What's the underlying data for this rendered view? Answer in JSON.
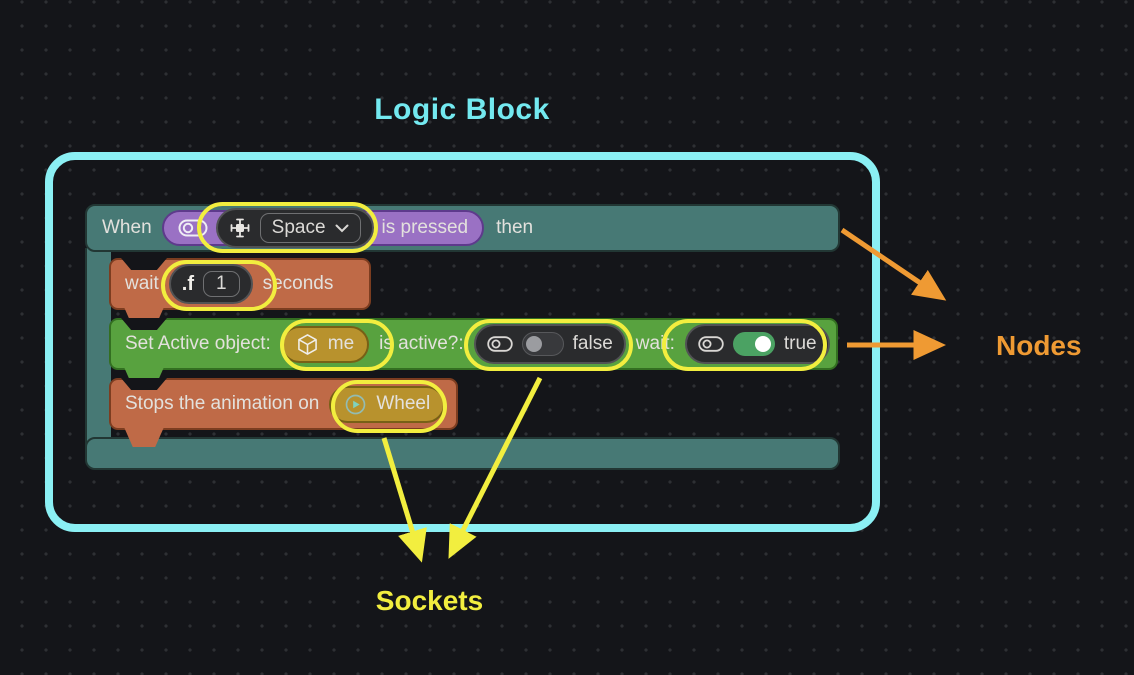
{
  "title": "Logic Block",
  "annotations": {
    "nodes_label": "Nodes",
    "sockets_label": "Sockets"
  },
  "logic_block": {
    "when_node": {
      "when": "When",
      "key": "Space",
      "is_pressed": "is pressed",
      "then": "then"
    },
    "wait_node": {
      "wait": "wait",
      "type_glyph": ".f",
      "value": "1",
      "seconds": "seconds"
    },
    "set_active_node": {
      "label": "Set Active  object:",
      "object": "me",
      "is_active_label": "is active?:",
      "is_active_value": "false",
      "wait_label": "wait:",
      "wait_value": "true"
    },
    "stop_anim_node": {
      "label": "Stops the animation on",
      "target": "Wheel"
    }
  },
  "icons": {
    "toggle-icon": "toggle outline glyph",
    "keyboard-key-icon": "key cap crosshair glyph",
    "chevron-down-icon": "v",
    "float-icon": ".f",
    "cube-icon": "isometric cube outline",
    "play-icon": "circled play triangle"
  },
  "colors": {
    "background": "#141519",
    "dot_grid": "#2e3034",
    "container_cyan": "#8bf0f4",
    "title_cyan": "#73e9f0",
    "teal_node": "#477975",
    "orange_node": "#bf6a47",
    "green_node": "#58a23f",
    "purple_pill": "#9a71c4",
    "gold_pill": "#b8922d",
    "dark_pill": "#2a2b2d",
    "socket_ring_yellow": "#f2ee3f",
    "arrow_orange": "#ef9a33",
    "toggle_on_green": "#4ba263",
    "text": "#e3e1dd"
  }
}
